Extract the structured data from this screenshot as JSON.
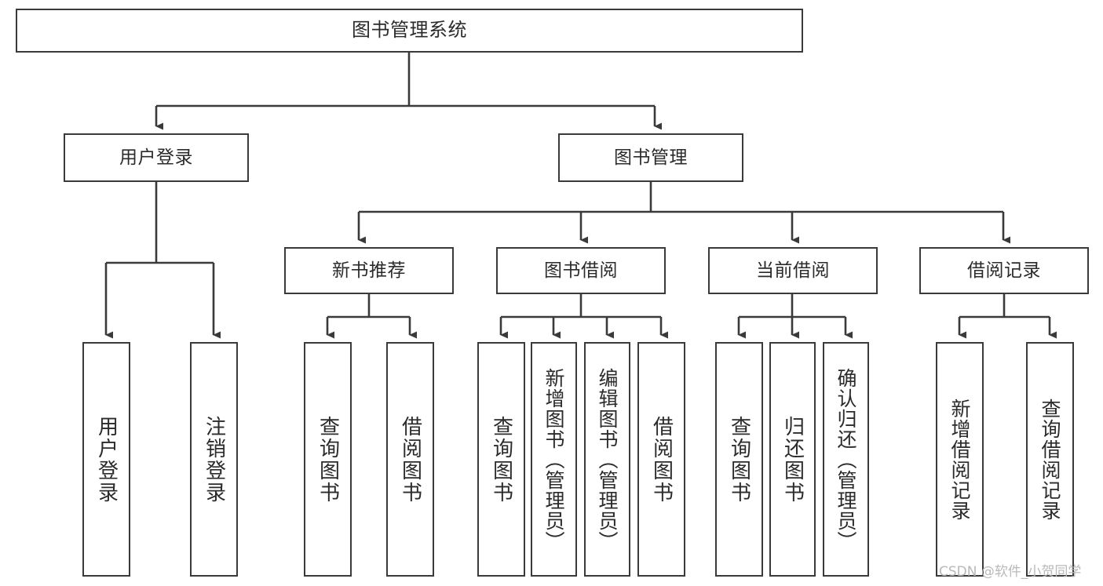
{
  "diagram": {
    "type": "tree",
    "title": "图书管理系统",
    "orientation": "top-down",
    "colors": {
      "stroke": "#3a3a3a",
      "fill": "#ffffff",
      "text": "#2b2b2b",
      "watermark": "#b9b9b9"
    },
    "nodes": {
      "root": {
        "label": "图书管理系统"
      },
      "level2": [
        {
          "label": "用户登录"
        },
        {
          "label": "图书管理"
        }
      ],
      "level3": [
        {
          "label": "新书推荐"
        },
        {
          "label": "图书借阅"
        },
        {
          "label": "当前借阅"
        },
        {
          "label": "借阅记录"
        }
      ],
      "leaves": {
        "user_login": [
          {
            "label": "用户登录"
          },
          {
            "label": "注销登录"
          }
        ],
        "new_book": [
          {
            "label": "查询图书"
          },
          {
            "label": "借阅图书"
          }
        ],
        "book_borrow": [
          {
            "label": "查询图书"
          },
          {
            "label": "新增图书（管理员）"
          },
          {
            "label": "编辑图书（管理员）"
          },
          {
            "label": "借阅图书"
          }
        ],
        "current_borrow": [
          {
            "label": "查询图书"
          },
          {
            "label": "归还图书"
          },
          {
            "label": "确认归还（管理员）"
          }
        ],
        "borrow_record": [
          {
            "label": "新增借阅记录"
          },
          {
            "label": "查询借阅记录"
          }
        ]
      }
    },
    "watermark": "CSDN @软件_小贺同学"
  }
}
